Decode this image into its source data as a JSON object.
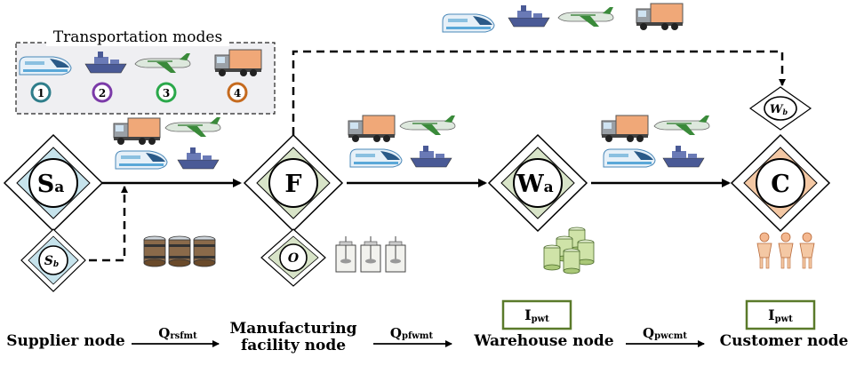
{
  "legend": {
    "title": "Transportation modes",
    "modes": [
      {
        "icon": "train-icon",
        "number": "1",
        "color": "#2e7d8a"
      },
      {
        "icon": "ship-icon",
        "number": "2",
        "color": "#7b3aa8"
      },
      {
        "icon": "plane-icon",
        "number": "3",
        "color": "#2aa84a"
      },
      {
        "icon": "truck-icon",
        "number": "4",
        "color": "#c56a1e"
      }
    ]
  },
  "nodes": {
    "supplier": {
      "main": "S",
      "sub": "a",
      "secondary": "S",
      "secondary_sub": "b",
      "fill": "#c6e3ec"
    },
    "factory": {
      "main": "F",
      "secondary": "O",
      "fill": "#d8e4c8"
    },
    "warehouse": {
      "main": "W",
      "sub": "a",
      "fill": "#d8e4c8"
    },
    "customer": {
      "main": "C",
      "secondary": "W",
      "secondary_sub": "b",
      "fill": "#f4c8a4"
    }
  },
  "inventory_boxes": {
    "warehouse": {
      "main": "I",
      "sub": "pwt"
    },
    "customer": {
      "main": "I",
      "sub": "pwt"
    }
  },
  "flows": [
    {
      "main": "Q",
      "sub": "rsfmt"
    },
    {
      "main": "Q",
      "sub": "pfwmt"
    },
    {
      "main": "Q",
      "sub": "pwcmt"
    }
  ],
  "labels": {
    "supplier": "Supplier node",
    "manufacturing_line1": "Manufacturing",
    "manufacturing_line2": "facility node",
    "warehouse": "Warehouse node",
    "customer": "Customer node"
  },
  "colors": {
    "inventory_border": "#5a7a2a",
    "legend_bg": "#efeff2",
    "truck_cargo": "#f0a878",
    "plane_body": "#dde8dd",
    "plane_accent": "#3a8a3a",
    "ship": "#5a6aa0",
    "train": "#5aa8d8"
  }
}
